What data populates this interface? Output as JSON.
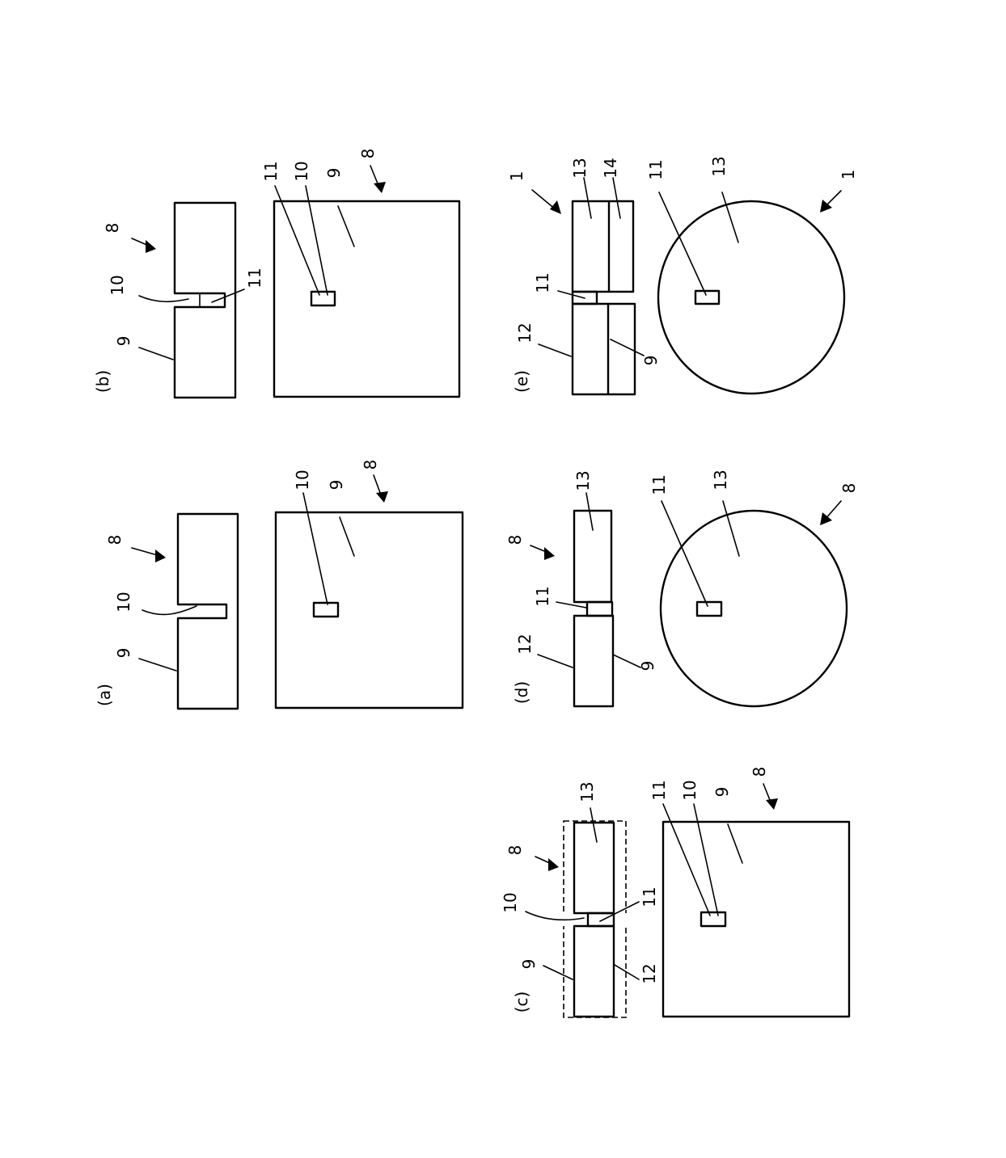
{
  "figure": {
    "panels": {
      "a": {
        "label": "(a)",
        "refs": {
          "r9": "9",
          "r10": "10",
          "r8": "8",
          "r10p": "10",
          "r9p": "9",
          "r8p": "8"
        }
      },
      "b": {
        "label": "(b)",
        "refs": {
          "r9": "9",
          "r10": "10",
          "r11": "11",
          "r8": "8",
          "r11p": "11",
          "r10p": "10",
          "r9p": "9",
          "r8p": "8"
        }
      },
      "c": {
        "label": "(c)",
        "refs": {
          "r9": "9",
          "r10": "10",
          "r8": "8",
          "r13": "13",
          "r11": "11",
          "r12": "12",
          "r11p": "11",
          "r10p": "10",
          "r9p": "9",
          "r8p": "8"
        }
      },
      "d": {
        "label": "(d)",
        "refs": {
          "r12": "12",
          "r11": "11",
          "r8": "8",
          "r13": "13",
          "r9": "9",
          "r11p": "11",
          "r13p": "13",
          "r8p": "8"
        }
      },
      "e": {
        "label": "(e)",
        "refs": {
          "r12": "12",
          "r11": "11",
          "r1": "1",
          "r13": "13",
          "r14": "14",
          "r9": "9",
          "r11p": "11",
          "r13p": "13",
          "r1p": "1"
        }
      }
    }
  }
}
